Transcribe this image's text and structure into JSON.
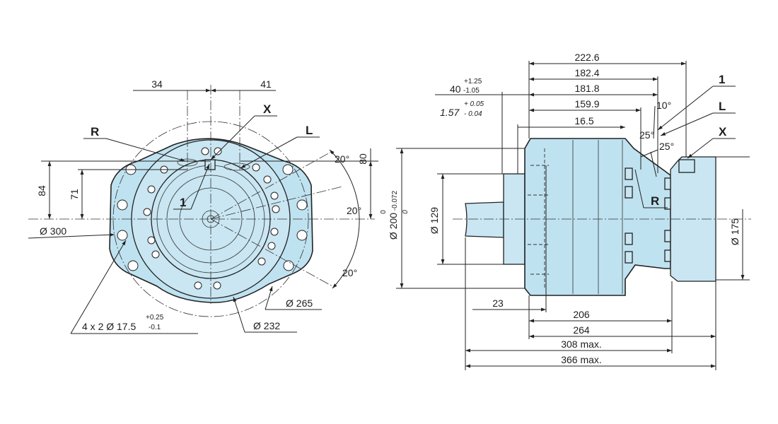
{
  "front_view": {
    "dims": {
      "d34": "34",
      "d41": "41",
      "d80": "80",
      "d84": "84",
      "d71": "71",
      "dia300": "Ø 300",
      "dia265": "Ø 265",
      "dia232": "Ø 232",
      "holes": "4 x 2 Ø 17.5",
      "holes_tol_up": "+0.25",
      "holes_tol_low": "-0.1",
      "ang_top": "20°",
      "ang_mid": "20°",
      "ang_bot": "20°"
    },
    "labels": {
      "r": "R",
      "x": "X",
      "l": "L",
      "one": "1"
    }
  },
  "side_view": {
    "dims": {
      "d222_6": "222.6",
      "d182_4": "182.4",
      "d181_8": "181.8",
      "d159_9": "159.9",
      "d16_5": "16.5",
      "d40": "40",
      "d40_up": "+1.25",
      "d40_low": "-1.05",
      "d1_57": "1.57",
      "d1_57_up": "+ 0.05",
      "d1_57_low": "- 0.04",
      "ang10": "10°",
      "ang25a": "25°",
      "ang25b": "25°",
      "dia200": "Ø 200",
      "dia200_up": "0",
      "dia200_low": "-0.072",
      "dia200_zero": "0",
      "dia129": "Ø 129",
      "dia175": "Ø 175",
      "d23": "23",
      "d206": "206",
      "d264": "264",
      "d308": "308 max.",
      "d366": "366 max."
    },
    "labels": {
      "one": "1",
      "l": "L",
      "x": "X",
      "r": "R"
    }
  },
  "colors": {
    "body_fill": "#bfe2f0",
    "line": "#222222"
  }
}
